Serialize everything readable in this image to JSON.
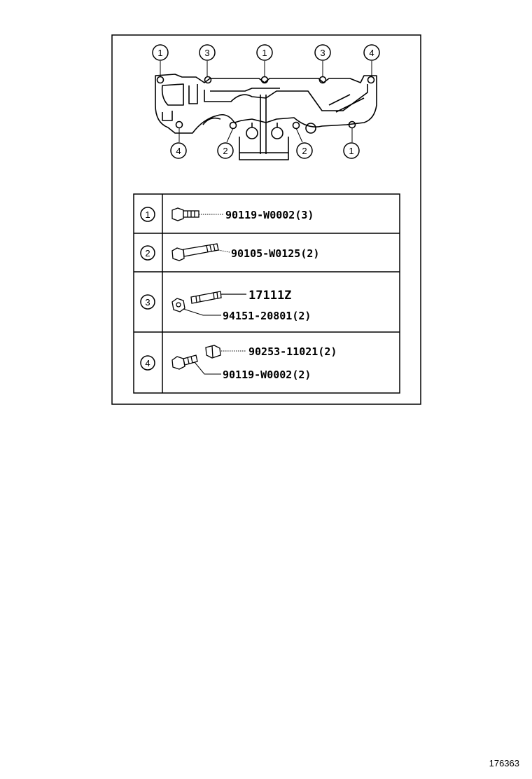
{
  "diagram": {
    "callouts_top": [
      "1",
      "3",
      "1",
      "3",
      "4"
    ],
    "callouts_bottom": [
      "4",
      "2",
      "2",
      "1"
    ]
  },
  "parts_table": [
    {
      "key": "1",
      "parts": [
        "90119-W0002(3)"
      ]
    },
    {
      "key": "2",
      "parts": [
        "90105-W0125(2)"
      ]
    },
    {
      "key": "3",
      "parts": [
        "17111Z",
        "94151-20801(2)"
      ]
    },
    {
      "key": "4",
      "parts": [
        "90253-11021(2)",
        "90119-W0002(2)"
      ]
    }
  ],
  "reference_id": "176363"
}
